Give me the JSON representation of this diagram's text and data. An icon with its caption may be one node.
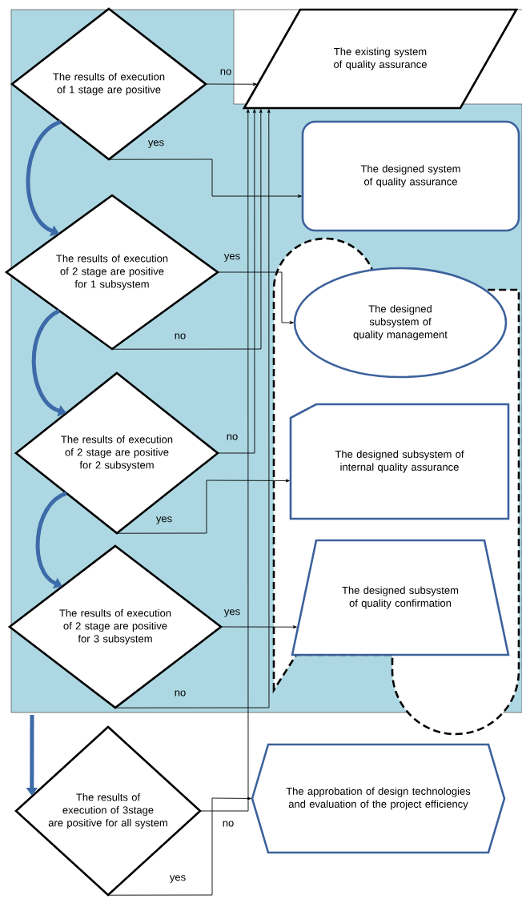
{
  "diagram": {
    "nodes": [
      {
        "text": [
          "The results of execution of 1 stage are positive"
        ]
      },
      {
        "text": [
          "The results of execution of 2 stage are positive for 1 subsystem"
        ]
      },
      {
        "text": [
          "The results of execution of 2 stage are positive for 2 subsystem"
        ]
      },
      {
        "text": [
          "The results of execution of 2 stage are positive for 3 subsystem"
        ]
      },
      {
        "text": [
          "The results of execution of 3stage are positive for all system"
        ]
      },
      {
        "text": [
          "The existing system of quality assurance"
        ]
      },
      {
        "text": [
          "The designed system of quality assurance"
        ]
      },
      {
        "text": [
          "The designed subsystem of quality management"
        ]
      },
      {
        "text": [
          "The designed subsystem of internal quality assurance"
        ]
      },
      {
        "text": [
          "The designed subsystem of quality confirmation"
        ]
      },
      {
        "text": [
          "The approbation of design technologies and evaluation of the project efficiency"
        ]
      }
    ],
    "edges": [
      {
        "from": 0,
        "to": 5,
        "arrow": "to",
        "label": "no"
      },
      {
        "from": 0,
        "to": 6,
        "arrow": "to",
        "label": "yes"
      },
      {
        "from": 0,
        "to": 1,
        "arrow": "to",
        "style": "thick",
        "color": "#3d6aa8"
      },
      {
        "from": 1,
        "to": 7,
        "arrow": "to",
        "label": "yes"
      },
      {
        "from": 1,
        "to": 5,
        "arrow": "to",
        "label": "no"
      },
      {
        "from": 1,
        "to": 2,
        "arrow": "to",
        "style": "thick",
        "color": "#3d6aa8"
      },
      {
        "from": 2,
        "to": 5,
        "arrow": "to",
        "label": "no"
      },
      {
        "from": 2,
        "to": 8,
        "arrow": "to",
        "label": "yes"
      },
      {
        "from": 2,
        "to": 3,
        "arrow": "to",
        "style": "thick",
        "color": "#3d6aa8"
      },
      {
        "from": 3,
        "to": 5,
        "arrow": "to",
        "label": "no"
      },
      {
        "from": 3,
        "to": 9,
        "arrow": "to",
        "label": "yes"
      },
      {
        "from": null,
        "to": 4,
        "arrow": "to",
        "style": "thick",
        "color": "#3d6aa8"
      },
      {
        "from": 4,
        "to": 5,
        "arrow": "to",
        "label": "no"
      },
      {
        "from": 4,
        "to": 10,
        "arrow": "to",
        "label": "yes"
      }
    ]
  }
}
